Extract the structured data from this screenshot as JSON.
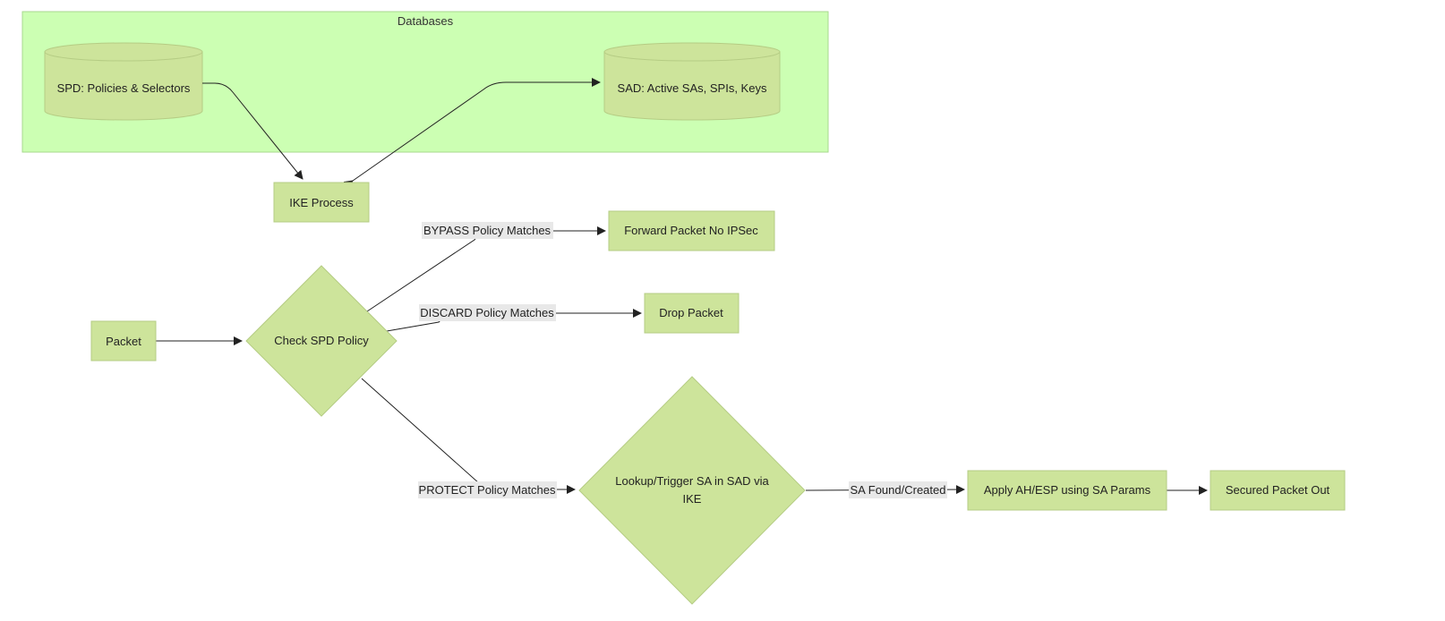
{
  "diagram": {
    "group": {
      "title": "Databases"
    },
    "nodes": {
      "spd": "SPD: Policies & Selectors",
      "sad": "SAD: Active SAs, SPIs, Keys",
      "ike": "IKE Process",
      "packet": "Packet",
      "check": "Check SPD Policy",
      "forward": "Forward Packet No IPSec",
      "drop": "Drop Packet",
      "lookup_line1": "Lookup/Trigger SA in SAD via",
      "lookup_line2": "IKE",
      "apply": "Apply AH/ESP using SA Params",
      "secured": "Secured Packet Out"
    },
    "edge_labels": {
      "bypass": "BYPASS Policy Matches",
      "discard": "DISCARD Policy Matches",
      "protect": "PROTECT Policy Matches",
      "sa_found": "SA Found/Created"
    },
    "colors": {
      "node_fill": "#cde49b",
      "node_stroke": "#b5cc84",
      "group_fill": "#ccffb3",
      "group_stroke": "#a8d98f",
      "edge": "#222222",
      "label_bg": "#e8e8e8"
    }
  }
}
